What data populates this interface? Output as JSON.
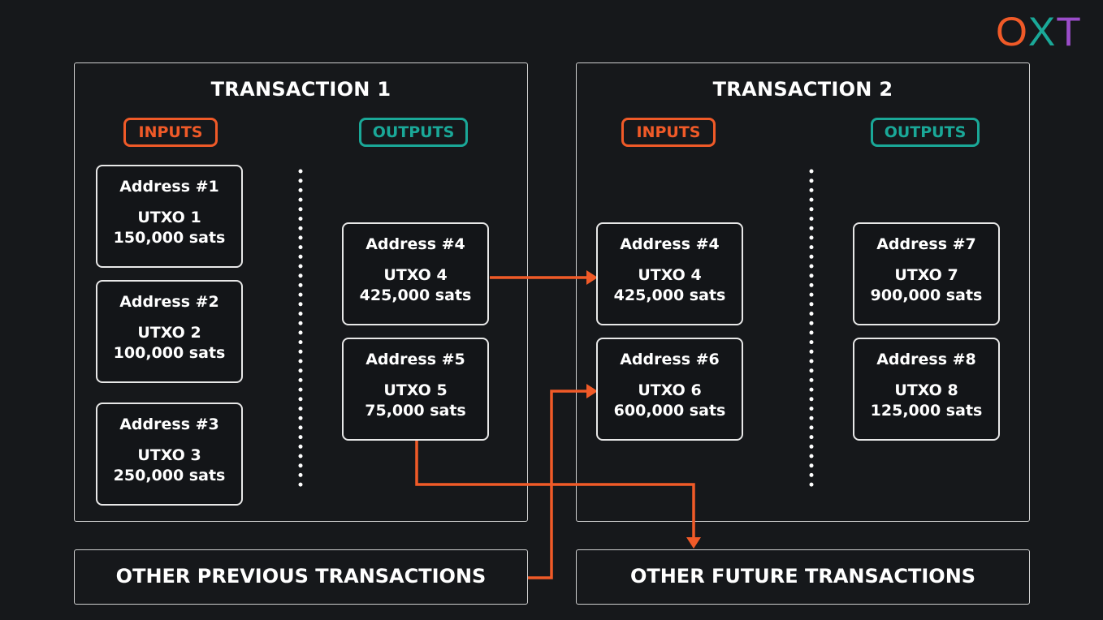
{
  "logo": {
    "letters": [
      "O",
      "X",
      "T"
    ],
    "colors": [
      "#f05a28",
      "#1aa898",
      "#9b4dca"
    ]
  },
  "colors": {
    "background": "#16181b",
    "input_accent": "#f05a28",
    "output_accent": "#1aa898",
    "arrow": "#f05a28",
    "border": "#e8e8e8"
  },
  "transactions": [
    {
      "title": "TRANSACTION 1",
      "inputs_label": "INPUTS",
      "outputs_label": "OUTPUTS",
      "inputs": [
        {
          "address": "Address #1",
          "utxo": "UTXO 1",
          "amount": "150,000 sats"
        },
        {
          "address": "Address #2",
          "utxo": "UTXO 2",
          "amount": "100,000 sats"
        },
        {
          "address": "Address #3",
          "utxo": "UTXO 3",
          "amount": "250,000 sats"
        }
      ],
      "outputs": [
        {
          "address": "Address #4",
          "utxo": "UTXO 4",
          "amount": "425,000 sats"
        },
        {
          "address": "Address #5",
          "utxo": "UTXO 5",
          "amount": "75,000 sats"
        }
      ]
    },
    {
      "title": "TRANSACTION 2",
      "inputs_label": "INPUTS",
      "outputs_label": "OUTPUTS",
      "inputs": [
        {
          "address": "Address #4",
          "utxo": "UTXO 4",
          "amount": "425,000 sats"
        },
        {
          "address": "Address #6",
          "utxo": "UTXO 6",
          "amount": "600,000 sats"
        }
      ],
      "outputs": [
        {
          "address": "Address #7",
          "utxo": "UTXO 7",
          "amount": "900,000 sats"
        },
        {
          "address": "Address #8",
          "utxo": "UTXO 8",
          "amount": "125,000 sats"
        }
      ]
    }
  ],
  "bottom": {
    "previous": "OTHER PREVIOUS TRANSACTIONS",
    "future": "OTHER FUTURE TRANSACTIONS"
  },
  "flows": [
    {
      "from": "Transaction 1 / UTXO 4",
      "to": "Transaction 2 / UTXO 4"
    },
    {
      "from": "Other previous transactions",
      "to": "Transaction 2 / UTXO 6"
    },
    {
      "from": "Transaction 1 / UTXO 5",
      "to": "Other future transactions"
    }
  ]
}
